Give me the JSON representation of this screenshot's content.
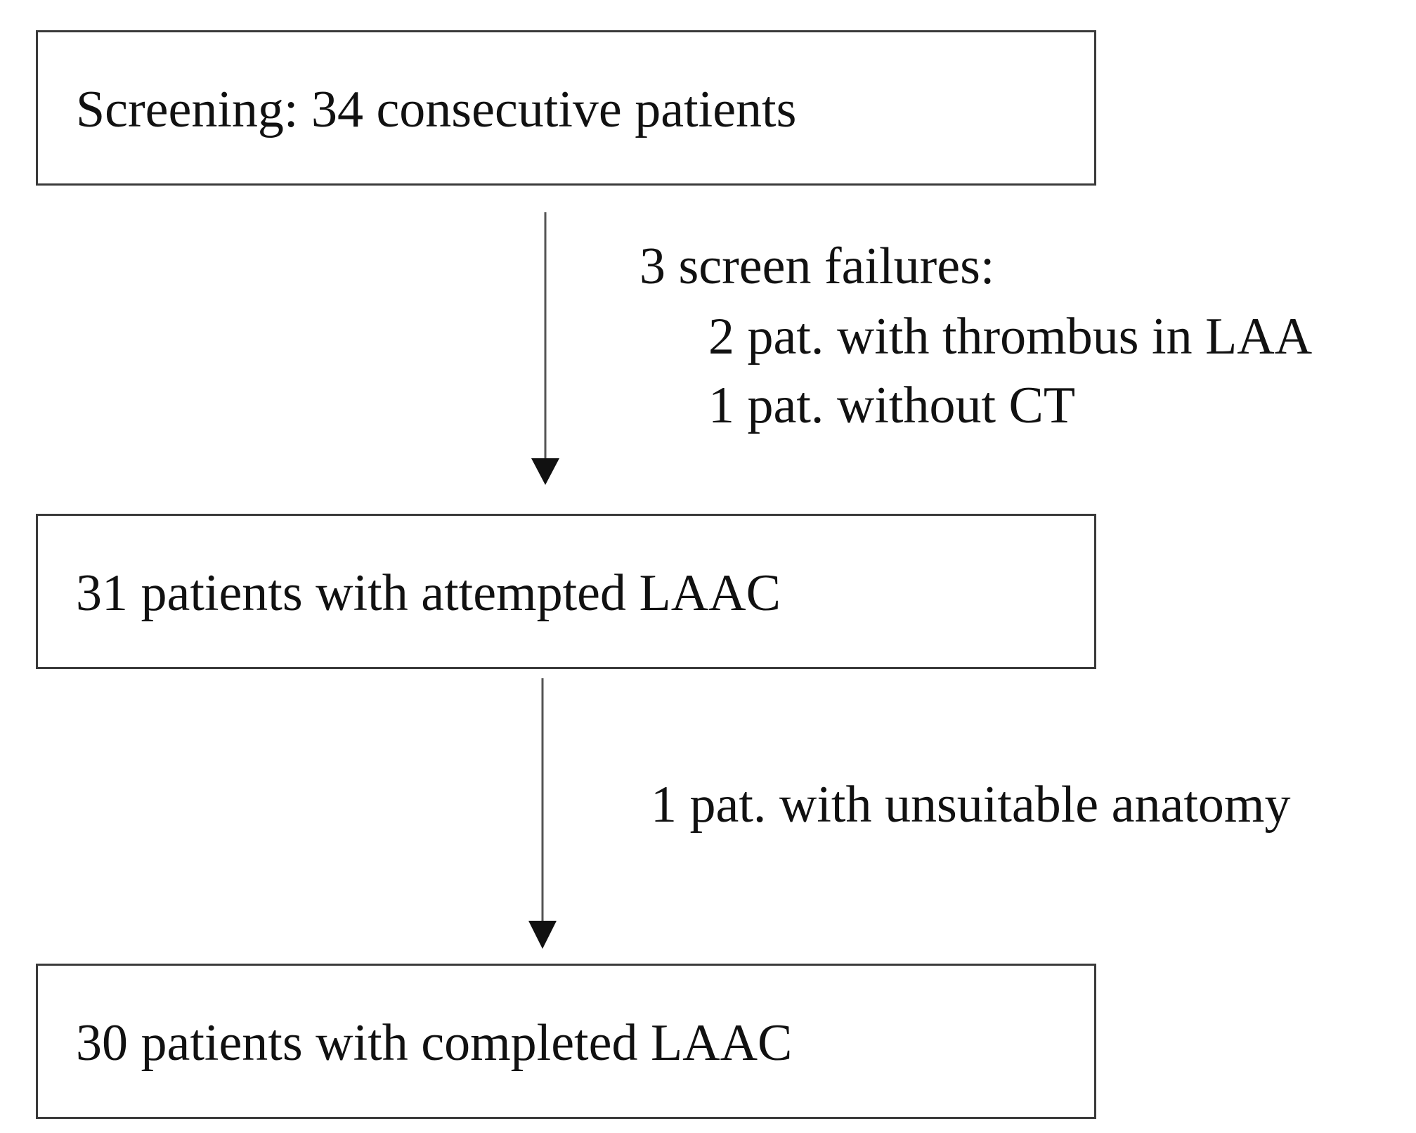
{
  "boxes": {
    "screening": "Screening: 34 consecutive patients",
    "attempted": "31 patients with attempted LAAC",
    "completed": "30 patients with completed LAAC"
  },
  "exclusions": {
    "first": {
      "title": "3 screen failures:",
      "items": [
        "2 pat. with thrombus in LAA",
        "1 pat. without CT"
      ]
    },
    "second": {
      "text": "1 pat. with unsuitable anatomy"
    }
  }
}
